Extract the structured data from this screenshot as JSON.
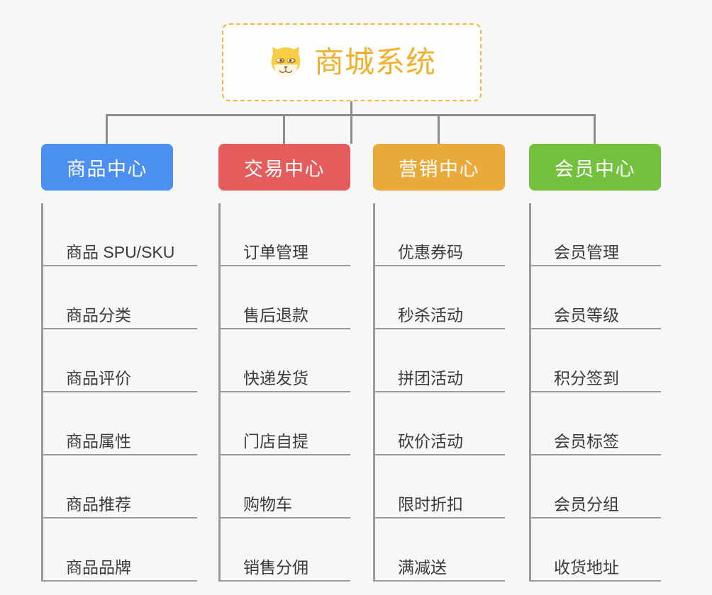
{
  "page": {
    "background_color": "#f7f7f7",
    "type": "mindmap",
    "orientation": "top-down"
  },
  "root": {
    "title": "商城系统",
    "icon": "shiba-dog-face-icon",
    "text_color": "#f0b12f",
    "border_color": "#f2b63c",
    "border_style": "dashed",
    "fill_color": "#fefefe"
  },
  "connector_color": "#8d8d8d",
  "branches": [
    {
      "label": "商品中心",
      "color": "#4b8ff0",
      "items": [
        "商品 SPU/SKU",
        "商品分类",
        "商品评价",
        "商品属性",
        "商品推荐",
        "商品品牌"
      ]
    },
    {
      "label": "交易中心",
      "color": "#e45c5c",
      "items": [
        "订单管理",
        "售后退款",
        "快递发货",
        "门店自提",
        "购物车",
        "销售分佣"
      ]
    },
    {
      "label": "营销中心",
      "color": "#e9aa3a",
      "items": [
        "优惠券码",
        "秒杀活动",
        "拼团活动",
        "砍价活动",
        "限时折扣",
        "满减送"
      ]
    },
    {
      "label": "会员中心",
      "color": "#73c13f",
      "items": [
        "会员管理",
        "会员等级",
        "积分签到",
        "会员标签",
        "会员分组",
        "收货地址"
      ]
    }
  ]
}
